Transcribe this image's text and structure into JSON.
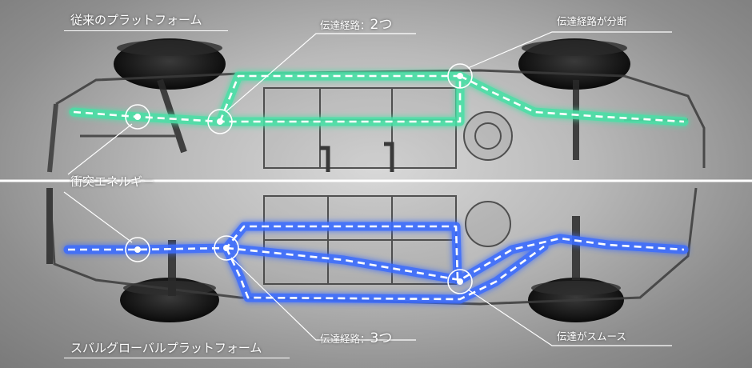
{
  "top_section": {
    "title": "従来のプラットフォーム",
    "note_paths": {
      "prefix": "伝達経路：",
      "count": "2つ"
    },
    "note_split": "伝達経路が分断"
  },
  "center": {
    "label": "衝突エネルギー"
  },
  "bottom_section": {
    "title": "スバルグローバルプラットフォーム",
    "note_paths": {
      "prefix": "伝達経路：",
      "count": "3つ"
    },
    "note_smooth": "伝達がスムース"
  },
  "colors": {
    "old_path": "#49e0a6",
    "new_path": "#3a6cff",
    "dash": "#ffffff",
    "divider": "#ffffff"
  },
  "icons": [
    "front-wheel-icon",
    "rear-wheel-icon",
    "chassis-frame-icon",
    "impact-point-icon"
  ]
}
